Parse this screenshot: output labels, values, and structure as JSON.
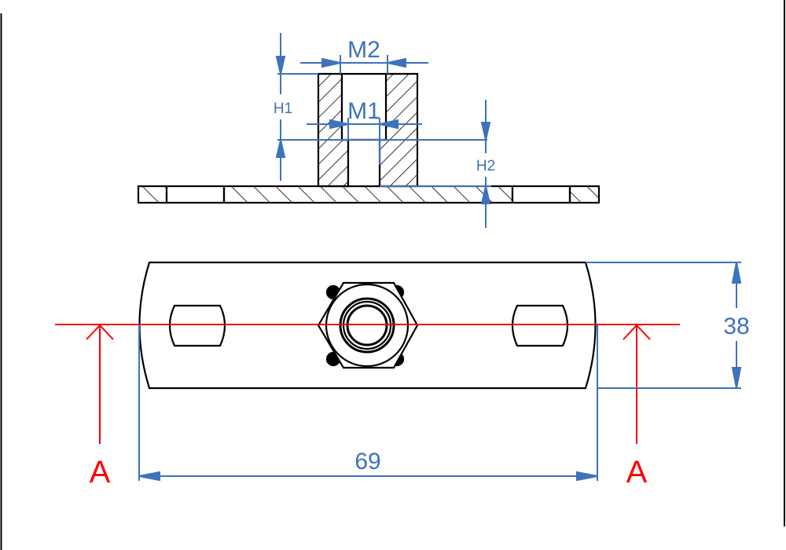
{
  "colors": {
    "outline": "#000000",
    "dimension": "#3d72bd",
    "section": "#ff0000",
    "background": "#ffffff"
  },
  "section_view": {
    "labels": {
      "m2": "M2",
      "m1": "M1",
      "h1": "H1",
      "h2": "H2"
    }
  },
  "plan_view": {
    "labels": {
      "length": "69",
      "width": "38"
    },
    "section_marks": {
      "left": "A",
      "right": "A"
    }
  }
}
